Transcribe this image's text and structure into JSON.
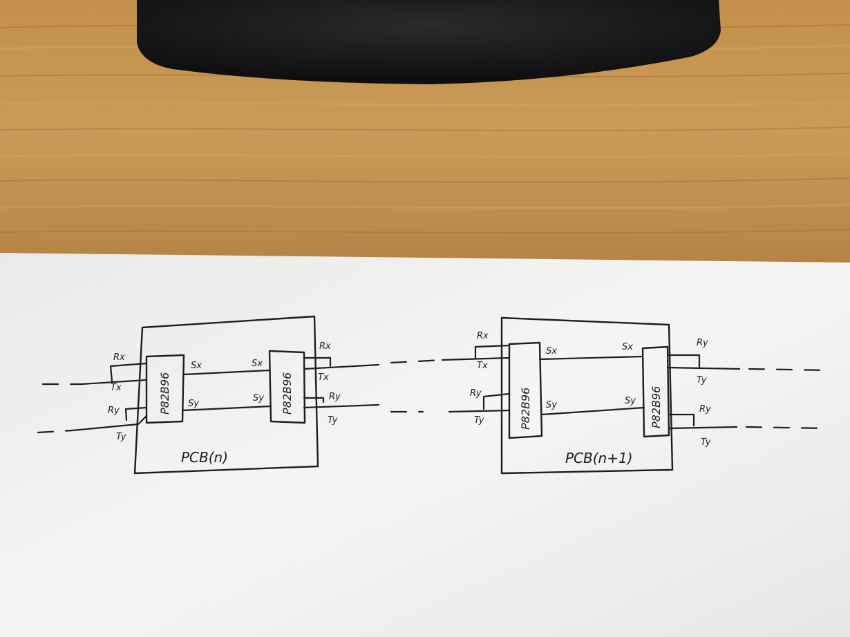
{
  "diagram": {
    "boards": [
      {
        "label": "PCB(n)",
        "chips": [
          {
            "label": "P82B96"
          },
          {
            "label": "P82B96"
          }
        ],
        "signals": {
          "left_rx": "Rx",
          "left_tx": "Tx",
          "left_ry": "Ry",
          "left_ty": "Ty",
          "sx_left": "Sx",
          "sy_left": "Sy",
          "sx_right": "Sx",
          "sy_right": "Sy",
          "right_rx": "Rx",
          "right_tx": "Tx",
          "right_ry": "Ry",
          "right_ty": "Ty"
        }
      },
      {
        "label": "PCB(n+1)",
        "chips": [
          {
            "label": "P82B96"
          },
          {
            "label": "P82B96"
          }
        ],
        "signals": {
          "left_rx": "Rx",
          "left_tx": "Tx",
          "left_ry": "Ry",
          "left_ty": "Ty",
          "sx_left": "Sx",
          "sy_left": "Sy",
          "sx_right": "Sx",
          "sy_right": "Sy",
          "right_rx": "Ry",
          "right_tx": "Ty",
          "right_ry": "Ry",
          "right_ty": "Ty"
        }
      }
    ]
  },
  "colors": {
    "ink": "#1d1d1f",
    "paper": "#f4f4f2",
    "desk": "#b88a4a",
    "object": "#151515"
  }
}
